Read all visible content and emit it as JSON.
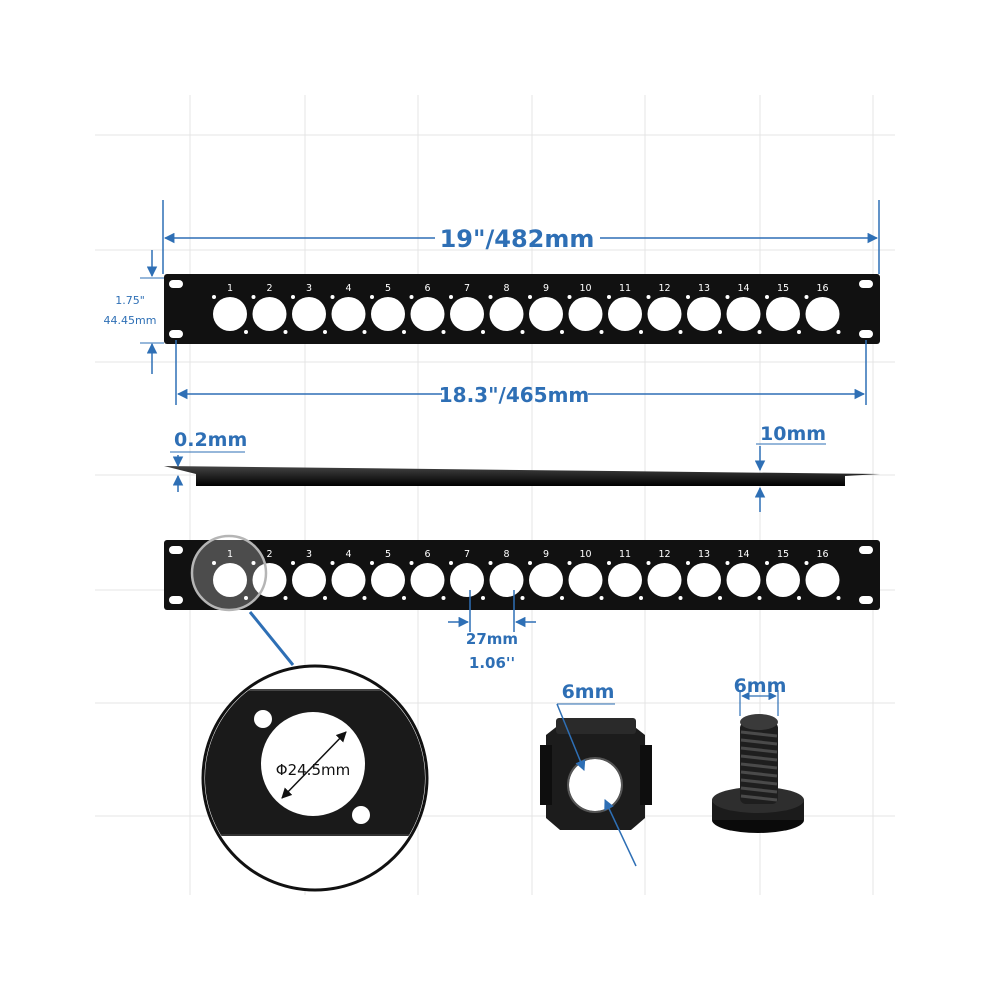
{
  "dimensions": {
    "overall_width": "19\"/482mm",
    "height_in": "1.75\"",
    "height_mm": "44.45mm",
    "mounting_width": "18.3\"/465mm",
    "thickness": "0.2mm",
    "depth": "10mm",
    "port_spacing_mm": "27mm",
    "port_spacing_in": "1.06''",
    "hole_diameter": "Φ24.5mm",
    "cage_nut_size": "6mm",
    "screw_size": "6mm"
  },
  "panel": {
    "ports": [
      "1",
      "2",
      "3",
      "4",
      "5",
      "6",
      "7",
      "8",
      "9",
      "10",
      "11",
      "12",
      "13",
      "14",
      "15",
      "16"
    ]
  },
  "colors": {
    "dimension": "#2e6fb5",
    "panel": "#111111",
    "grid": "#e4e4e4"
  }
}
